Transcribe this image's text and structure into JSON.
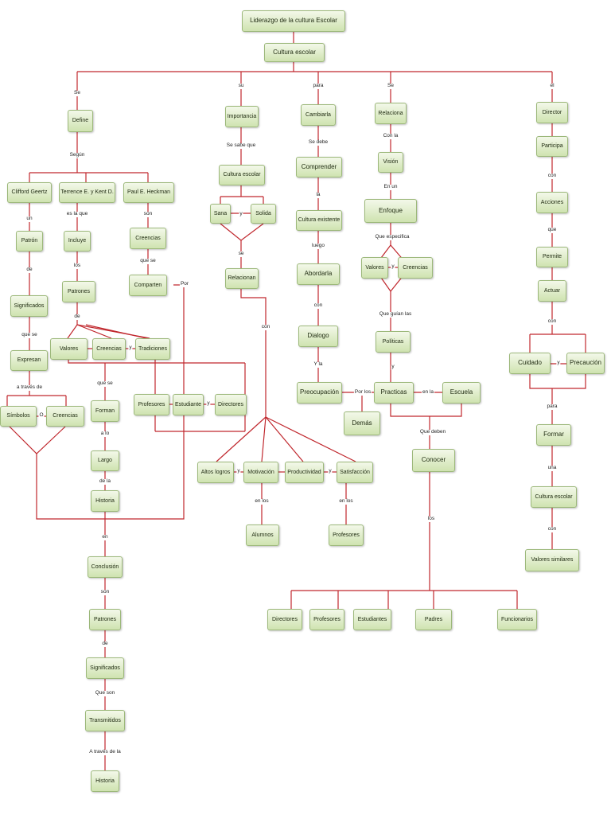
{
  "nodes": {
    "liderazgo": "Liderazgo de la cultura Escolar",
    "cultura_escolar": "Cultura escolar",
    "define": "Define",
    "clifford": "Clifford Geertz",
    "terrence": "Terrence E. y Kent D.",
    "paul": "Paul E. Heckman",
    "patron": "Patrón",
    "significados1": "Significados",
    "expresan": "Expresan",
    "simbolos": "Símbolos",
    "creencias1": "Creencias",
    "incluye": "Incluye",
    "patrones1": "Patrones",
    "valores1": "Valores",
    "creencias2": "Creencias",
    "tradiciones": "Tradiciones",
    "forman": "Forman",
    "largo": "Largo",
    "historia1": "Historia",
    "conclusion": "Conclusión",
    "patrones2": "Patrones",
    "significados2": "Significados",
    "transmitidos": "Transmitidos",
    "historia2": "Historia",
    "creencias3": "Creencias",
    "comparten": "Comparten",
    "profesores1": "Profesores",
    "estudiante": "Estudiante",
    "directores1": "Directores",
    "importancia": "Importancia",
    "cultura_escolar2": "Cultura escolar",
    "sana": "Sana",
    "solida": "Solida",
    "relacionan": "Relacionan",
    "altos_logros": "Altos logros",
    "motivacion": "Motivación",
    "productividad": "Productividad",
    "satisfaccion": "Satisfacción",
    "alumnos": "Alumnos",
    "profesores2": "Profesores",
    "cambiarla": "Cambiarla",
    "comprender": "Comprender",
    "cultura_existente": "Cultura existente",
    "abordarla": "Abordarla",
    "dialogo": "Dialogo",
    "preocupacion": "Preocupación",
    "demas": "Demás",
    "relaciona": "Relaciona",
    "vision": "Visión",
    "enfoque": "Enfoque",
    "valores2": "Valores",
    "creencias4": "Creencias",
    "politicas": "Políticas",
    "practicas": "Practicas",
    "escuela": "Escuela",
    "conocer": "Conocer",
    "directores2": "Directores",
    "profesores3": "Profesores",
    "estudiantes": "Estudiantes",
    "padres": "Padres",
    "funcionarios": "Funcionarios",
    "director": "Director",
    "participa": "Participa",
    "acciones": "Acciones",
    "permite": "Permite",
    "actuar": "Actuar",
    "cuidado": "Cuidado",
    "precaucion": "Precaución",
    "formar": "Formar",
    "cultura_escolar3": "Cultura escolar",
    "valores_similares": "Valores similares"
  },
  "labels": {
    "se": "Se",
    "su": "su",
    "para": "para",
    "se2": "Se",
    "el": "el",
    "segun": "Según",
    "un": "un",
    "de1": "de",
    "que_se1": "que se",
    "a_traves_de": "a través de",
    "o": "O",
    "es_la_que": "es la que",
    "los": "los",
    "de2": "de",
    "y1": "y",
    "que_se2": "que se",
    "a_lo": "a lo",
    "de_la": "de la",
    "en": "en",
    "son1": "son",
    "de3": "de",
    "que_son": "Que son",
    "a_traves_de_la": "A través de la",
    "son2": "son",
    "que_se3": "que se",
    "por": "Por",
    "y2": "y",
    "se_sabe_que": "Se sabe que",
    "y3": "y",
    "se3": "se",
    "con1": "con",
    "y4": "y",
    "y5": "y",
    "en_los1": "en los",
    "en_los2": "en los",
    "se_debe": "Se debe",
    "la": "la",
    "luego": "luego",
    "con2": "con",
    "y_la": "Y la",
    "por_los": "Por los",
    "con_la": "Con la",
    "en_un": "En un",
    "que_especifica": "Que especifica",
    "y6": "y",
    "que_guian_las": "Que guían las",
    "y7": "y",
    "en_la": "en la",
    "que_deben": "Que deben",
    "los2": "los",
    "con3": "con",
    "que": "que",
    "con4": "con",
    "y8": "y",
    "para2": "para",
    "una": "una",
    "con5": "con"
  },
  "colors": {
    "connector": "#c0272d",
    "node_fill_top": "#f3f8e9",
    "node_fill_bottom": "#cfe3b0",
    "node_border": "#9cb87a"
  }
}
